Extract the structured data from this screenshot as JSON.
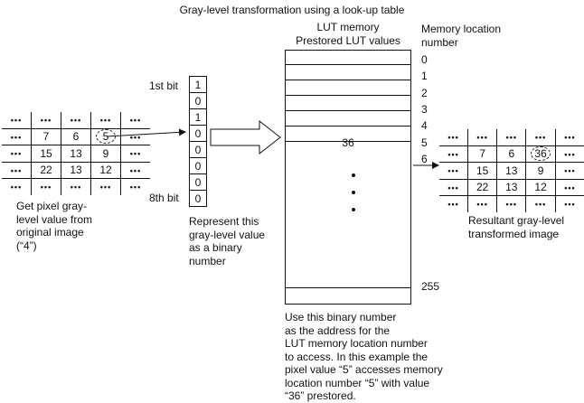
{
  "title": "Gray-level transformation using a look-up table",
  "lut": {
    "header_line1": "LUT memory",
    "header_line2": "Prestored LUT values",
    "value": "36",
    "continuation": "• • •",
    "last_location": "255"
  },
  "memory_location_header": [
    "Memory location",
    "number"
  ],
  "memory_locations": [
    "0",
    "1",
    "2",
    "3",
    "4",
    "5",
    "6"
  ],
  "original_image": {
    "rows": [
      [
        "•••",
        "•••",
        "•••",
        "•••",
        "•••"
      ],
      [
        "•••",
        "7",
        "6",
        "5",
        "•••"
      ],
      [
        "•••",
        "15",
        "13",
        "9",
        "•••"
      ],
      [
        "•••",
        "22",
        "13",
        "12",
        "•••"
      ],
      [
        "•••",
        "•••",
        "•••",
        "•••",
        "•••"
      ]
    ],
    "caption": [
      "Get pixel gray-",
      "level value from",
      "original image",
      "(“4”)"
    ]
  },
  "result_image": {
    "rows": [
      [
        "•••",
        "•••",
        "•••",
        "•••",
        "•••"
      ],
      [
        "•••",
        "7",
        "6",
        "36",
        "•••"
      ],
      [
        "•••",
        "15",
        "13",
        "9",
        "•••"
      ],
      [
        "•••",
        "22",
        "13",
        "12",
        "•••"
      ],
      [
        "•••",
        "•••",
        "•••",
        "•••",
        "•••"
      ]
    ],
    "caption": [
      "Resultant gray-level",
      "transformed image"
    ]
  },
  "binary": {
    "first_label": "1st bit",
    "last_label": "8th bit",
    "bits": [
      "1",
      "0",
      "1",
      "0",
      "0",
      "0",
      "0",
      "0"
    ],
    "caption": [
      "Represent this",
      "gray-level value",
      "as a binary",
      "number"
    ]
  },
  "address_caption": [
    "Use this binary number",
    "as the address for the",
    "LUT memory location number",
    "to access. In this example the",
    "pixel value “5” accesses memory",
    "location number “5” with value",
    "“36” prestored."
  ]
}
